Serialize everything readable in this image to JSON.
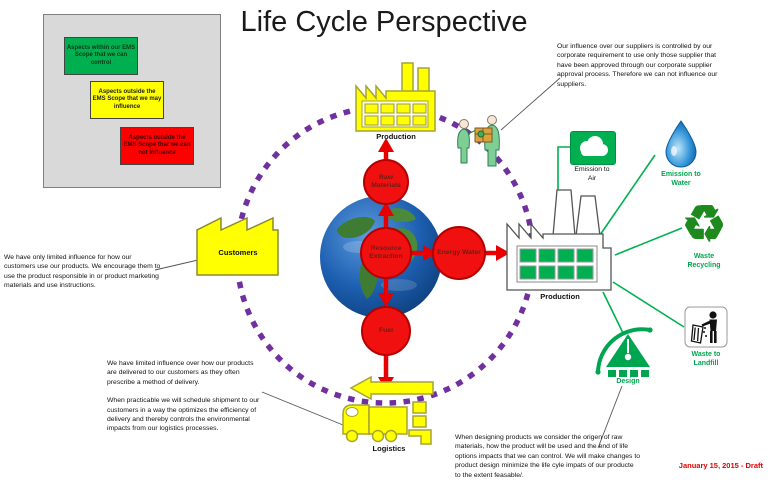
{
  "title": "Life Cycle Perspective",
  "legend": {
    "items": [
      {
        "label": "Aspects within our EMS Scope that we can control",
        "color": "#00B050"
      },
      {
        "label": "Aspects outside the EMS Scope that we may influence",
        "color": "#FFFF00"
      },
      {
        "label": "Aspects outside the EMS Scope that we can not influence",
        "color": "#FF0000"
      }
    ]
  },
  "notes": {
    "suppliers": "Our influence over our suppliers is controlled by our corporate requirement to use only those supplier that have been approved through our corporate supplier approval process.  Therefore we can not influence our suppliers.",
    "customers": "We have only limited influence for how our customers use our products.  We encourage them to use the product responsible in or product marketing materials and use instructions.",
    "logistics_p1": "We have limited influence over how our products are delivered to our customers as they often prescribe a method of delivery.",
    "logistics_p2": "When practicable we will schedule shipment to our customers in a way the optimizes the efficiency of delivery and thereby controls the environmental impacts from our logistics processes.",
    "design": "When designing products we consider the origen of raw materials,  how the product will be used and  the end of life options  impacts that we can control.   We will make changes to product design minimize the life cyle impats of our producte to the extent feasable/."
  },
  "nodes": {
    "production_top": "Production",
    "customers": "Customers",
    "logistics": "Logistics",
    "production_right": "Production",
    "raw_materials": "Raw Materials",
    "resource_extraction": "Resource Extraction",
    "energy_water": "Energy Water",
    "fuel": "Fuel",
    "emission_air": "Emission to Air",
    "emission_water": "Emission to Water",
    "waste_recycling": "Waste Recycling",
    "waste_landfill": "Waste to Landfill",
    "design": "Design"
  },
  "icons": {
    "recycle": "♻"
  },
  "footer": {
    "date": "January 15, 2015 - Draft"
  },
  "colors": {
    "cycle_ring": "#7030A0",
    "flow_red": "#e80000",
    "eco_green": "#00B050",
    "shape_yellow": "#FFFF00",
    "date_red": "#e00000"
  }
}
